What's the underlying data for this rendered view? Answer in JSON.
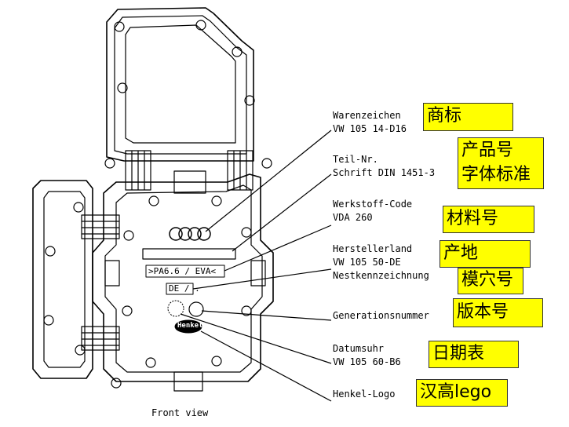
{
  "caption": "Front view",
  "callouts": [
    {
      "id": "warenzeichen",
      "lines": [
        "Warenzeichen",
        "VW 105 14-D16"
      ],
      "note": "商标"
    },
    {
      "id": "teil-nr",
      "lines": [
        "Teil-Nr.",
        "Schrift DIN 1451-3"
      ],
      "note": "产品号\n字体标准"
    },
    {
      "id": "werkstoff",
      "lines": [
        "Werkstoff-Code",
        "VDA 260"
      ],
      "note": "材料号"
    },
    {
      "id": "herstellerland",
      "lines": [
        "Herstellerland",
        "VW 105 50-DE"
      ],
      "note": "产地"
    },
    {
      "id": "nest",
      "lines": [
        "Nestkennzeichnung"
      ],
      "note": "模穴号"
    },
    {
      "id": "generation",
      "lines": [
        "Generationsnummer"
      ],
      "note": "版本号"
    },
    {
      "id": "datumsuhr",
      "lines": [
        "Datumsuhr",
        "VW 105 60-B6"
      ],
      "note": "日期表"
    },
    {
      "id": "henkel",
      "lines": [
        "Henkel-Logo"
      ],
      "note": "汉高lego"
    }
  ],
  "part_marks": {
    "material": ">PA6.6 / EVA<",
    "country": "DE / .",
    "logo_text": "Henkel"
  },
  "colors": {
    "note_bg": "#ffff00",
    "line": "#000000"
  }
}
